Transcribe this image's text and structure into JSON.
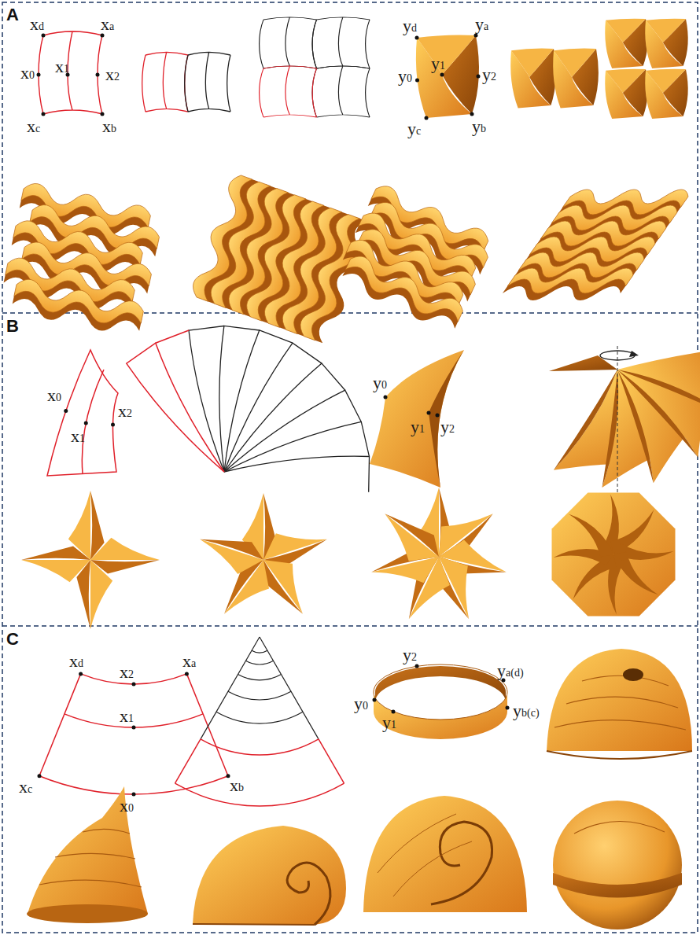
{
  "diagram": {
    "labels": [
      "A",
      "xd",
      "xa",
      "x0",
      "x1",
      "x2",
      "xc",
      "xb",
      "yd",
      "ya",
      "y0",
      "y1",
      "y2",
      "yc",
      "yb",
      "B",
      "x0",
      "x1",
      "x2",
      "y0",
      "y1",
      "y2",
      "C",
      "xd",
      "x2",
      "xa",
      "xc",
      "x1",
      "xb",
      "x0",
      "y2",
      "ya(d)",
      "y0",
      "y1",
      "yb(c)"
    ]
  }
}
